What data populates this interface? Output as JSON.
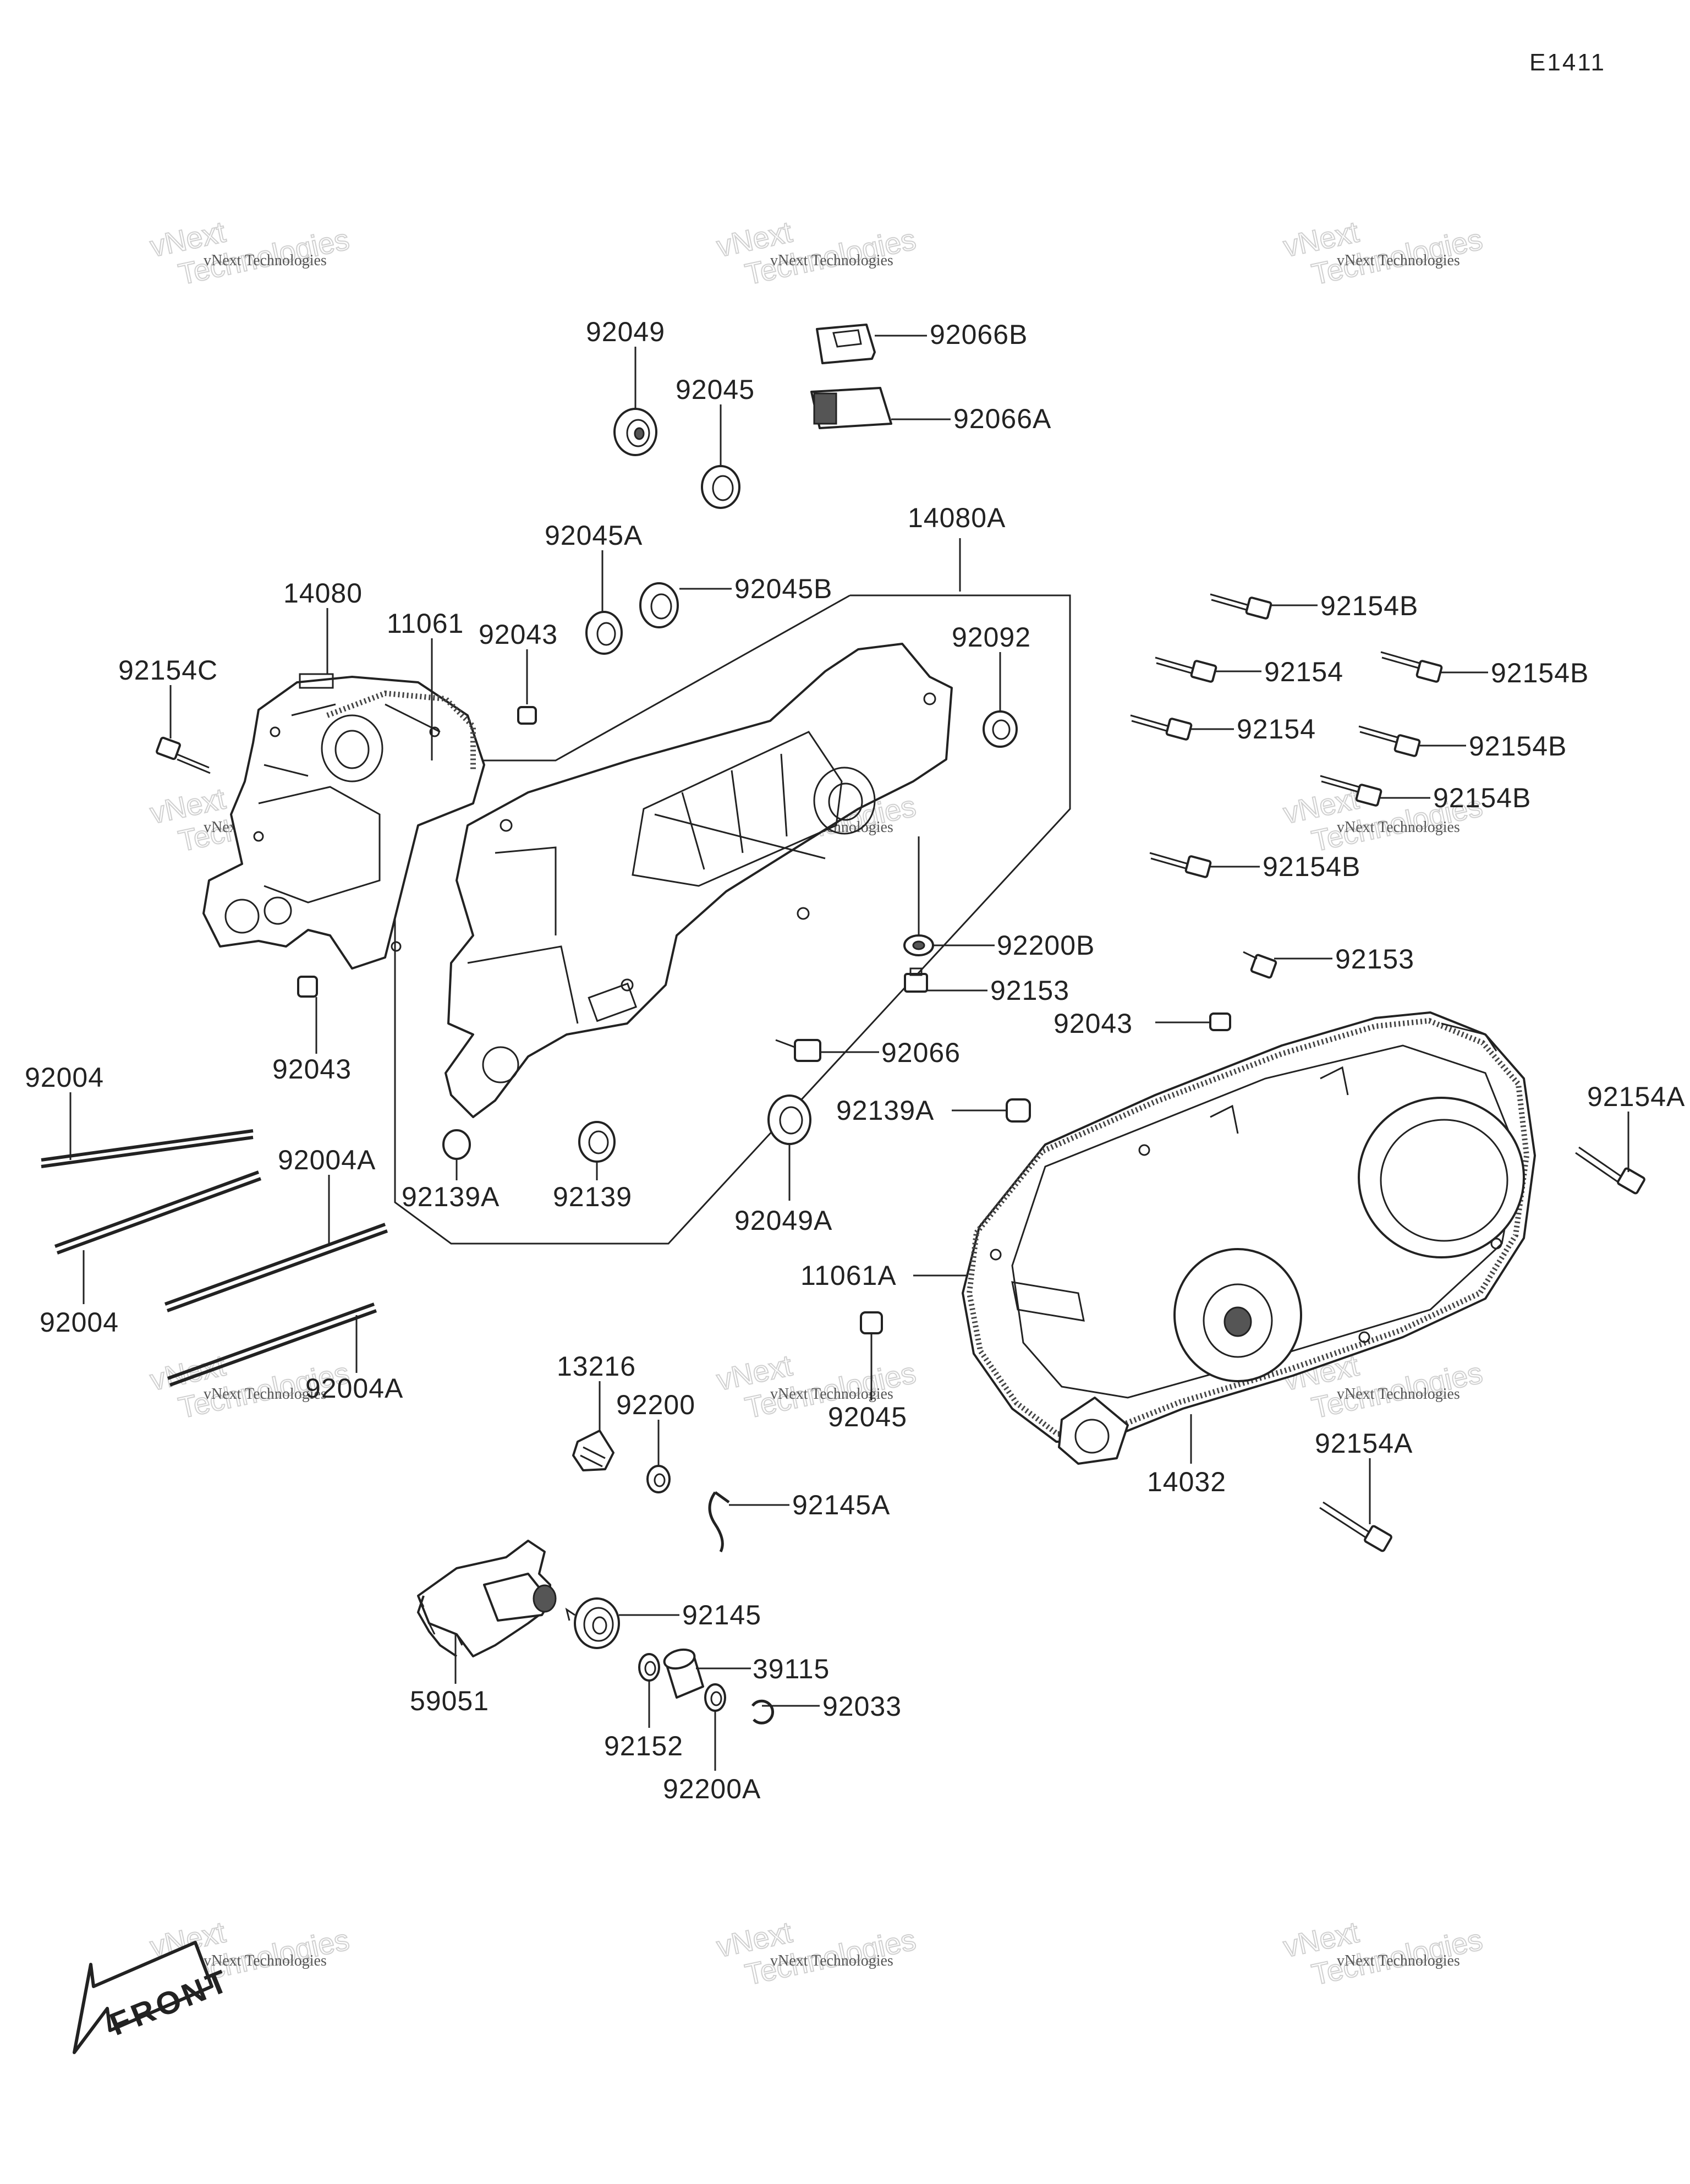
{
  "diagram_code": "E1411",
  "watermark": {
    "line1": "vNext Technologies",
    "line2": "Technologies",
    "line3": "vNext"
  },
  "front_arrow_label": "FRONT",
  "labels": {
    "p92049": "92049",
    "p92045_top": "92045",
    "p92066B": "92066B",
    "p92066A": "92066A",
    "p14080A": "14080A",
    "p92045A": "92045A",
    "p92045B": "92045B",
    "p14080": "14080",
    "p11061": "11061",
    "p92043_top": "92043",
    "p92092": "92092",
    "p92154C": "92154C",
    "p92154B_1": "92154B",
    "p92154_1": "92154",
    "p92154B_2": "92154B",
    "p92154_2": "92154",
    "p92154B_3": "92154B",
    "p92154B_4": "92154B",
    "p92154B_5": "92154B",
    "p92200B": "92200B",
    "p92153_1": "92153",
    "p92153_2": "92153",
    "p92043_left": "92043",
    "p92043_right": "92043",
    "p92066": "92066",
    "p92004_1": "92004",
    "p92154A_1": "92154A",
    "p92004A_1": "92004A",
    "p92139A_1": "92139A",
    "p92139": "92139",
    "p92139A_2": "92139A",
    "p92049A": "92049A",
    "p92004_2": "92004",
    "p11061A": "11061A",
    "p92004A_2": "92004A",
    "p13216": "13216",
    "p92200": "92200",
    "p92045_bottom": "92045",
    "p14032": "14032",
    "p92154A_2": "92154A",
    "p92145A": "92145A",
    "p92145": "92145",
    "p39115": "39115",
    "p59051": "59051",
    "p92033": "92033",
    "p92152": "92152",
    "p92200A": "92200A"
  }
}
